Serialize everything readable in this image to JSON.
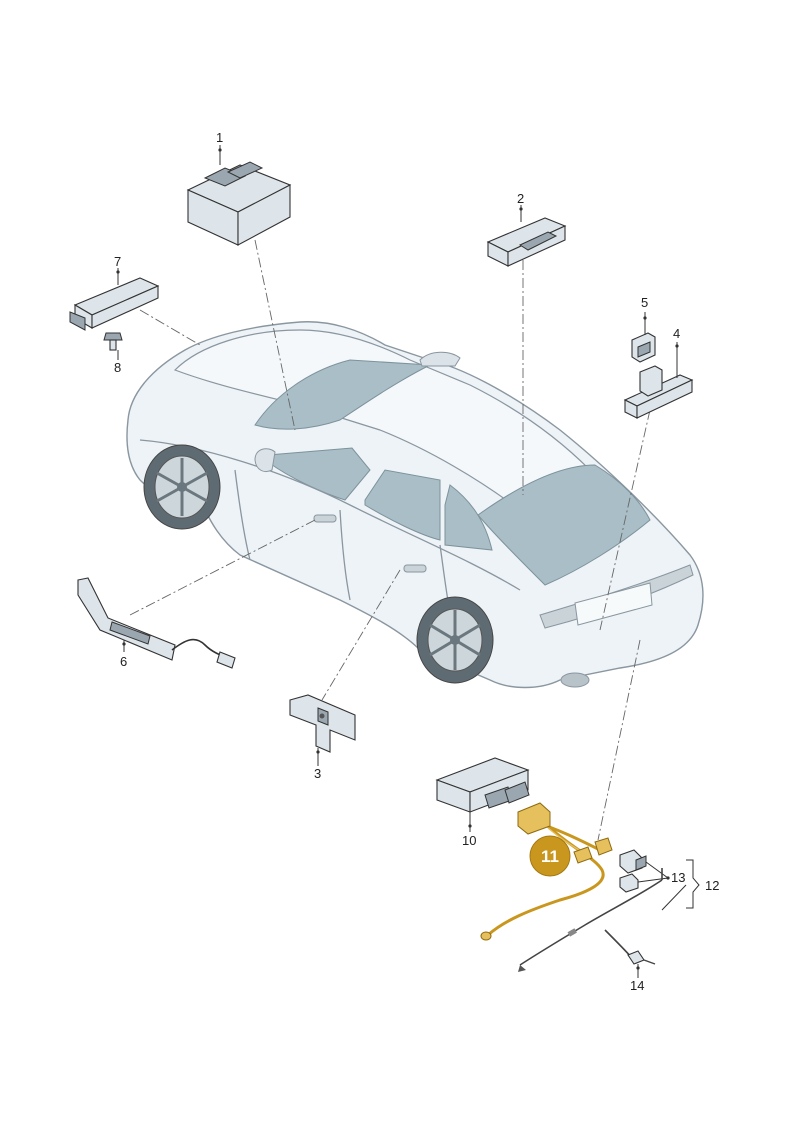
{
  "colors": {
    "highlight": "#c9971e",
    "highlight_light": "#e6c05c",
    "car_body": "#edf3f6",
    "glass": "#a9bec6",
    "part_fill": "#dde5ea",
    "line": "#333333"
  },
  "labels": {
    "p1": "1",
    "p2": "2",
    "p3": "3",
    "p4": "4",
    "p5": "5",
    "p6": "6",
    "p7": "7",
    "p8": "8",
    "p10": "10",
    "p11": "11",
    "p12": "12",
    "p13": "13",
    "p14": "14"
  }
}
